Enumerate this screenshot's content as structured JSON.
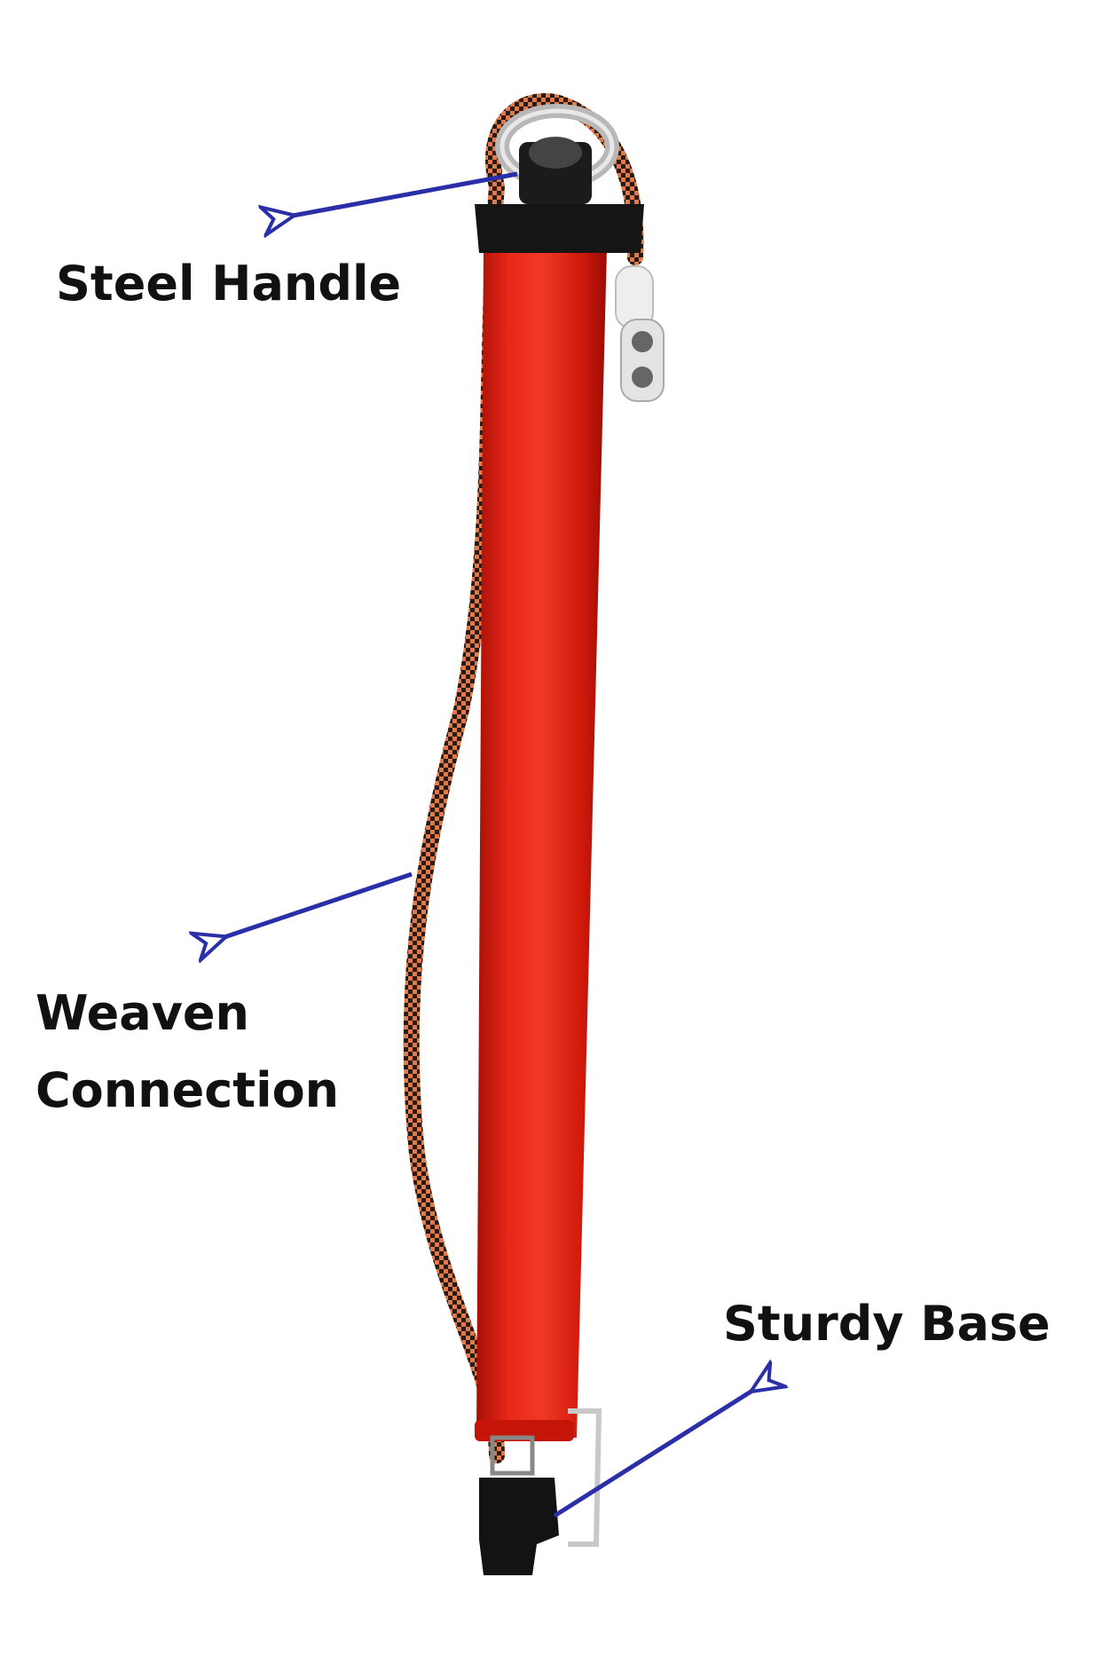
{
  "labels": {
    "steel_handle": "Steel Handle",
    "weaven_line1": "Weaven",
    "weaven_line2": "Connection",
    "sturdy_base": "Sturdy Base"
  },
  "colors": {
    "tube": "#e0200f",
    "arrow": "#2a2fa8",
    "text": "#111111",
    "hose_a": "#e07a4a",
    "hose_b": "#2a1a14"
  }
}
